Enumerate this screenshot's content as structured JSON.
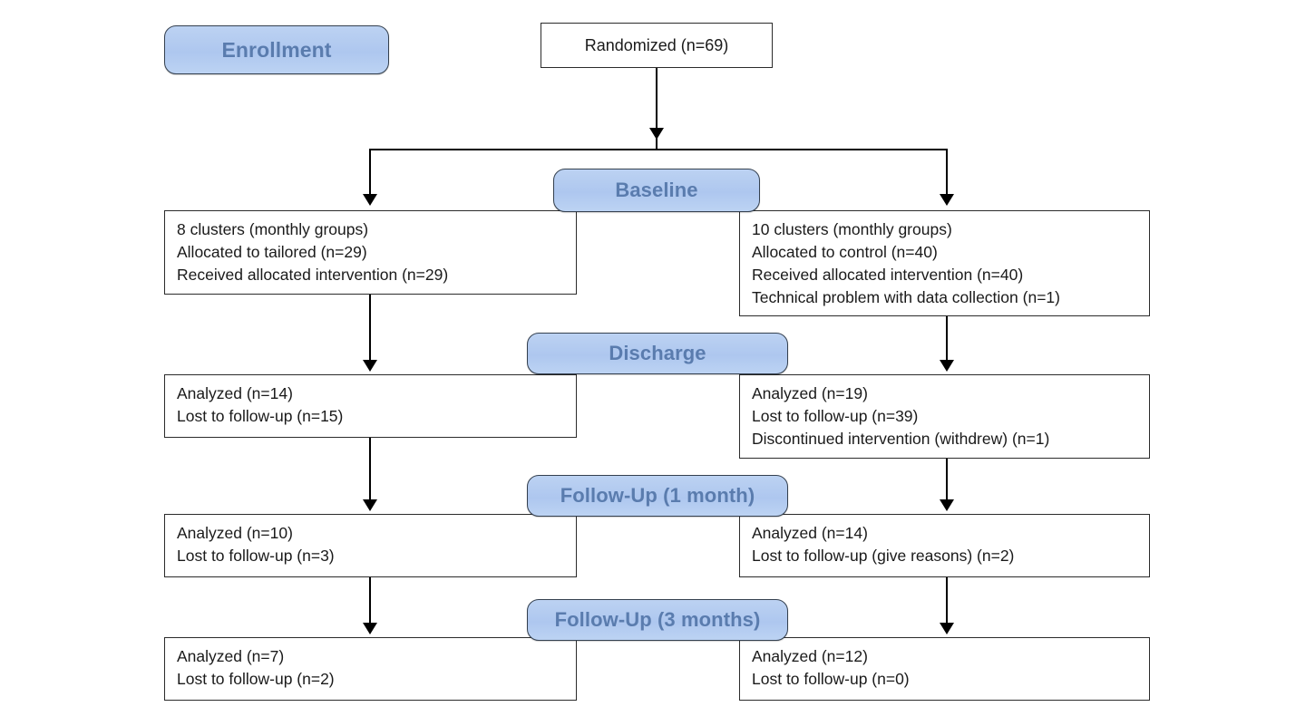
{
  "diagram": {
    "title": "CONSORT participant flow diagram",
    "accent_badge_fill": "#b4cbf0",
    "accent_badge_text": "#5a7cae",
    "badge_border": "#34404f",
    "box_border": "#2b2b2b",
    "box_fill": "#ffffff",
    "background": "#ffffff",
    "connector_color": "#000000"
  },
  "stages": {
    "enrollment": "Enrollment",
    "baseline": "Baseline",
    "discharge": "Discharge",
    "followup_1_month": "Follow-Up (1 month)",
    "followup_3_months": "Follow-Up (3 months)"
  },
  "top": {
    "randomized": "Randomized (n=69)"
  },
  "rows": [
    {
      "stage": "Baseline",
      "left": "8 clusters (monthly groups)\nAllocated to tailored (n=29)\nReceived allocated intervention (n=29)",
      "right": "10 clusters (monthly groups)\nAllocated to control (n=40)\nReceived allocated intervention (n=40)\nTechnical problem with data collection (n=1)"
    },
    {
      "stage": "Discharge",
      "left": "Analyzed (n=14)\nLost to follow-up (n=15)",
      "right": "Analyzed (n=19)\nLost to follow-up (n=39)\nDiscontinued intervention (withdrew) (n=1)"
    },
    {
      "stage": "Follow-Up (1 month)",
      "left": "Analyzed (n=10)\nLost to follow-up (n=3)",
      "right": "Analyzed (n=14)\nLost to follow-up (give reasons) (n=2)"
    },
    {
      "stage": "Follow-Up (3 months)",
      "left": "Analyzed (n=7)\nLost to follow-up (n=2)",
      "right": "Analyzed (n=12)\nLost to follow-up  (n=0)"
    }
  ],
  "chart_data": {
    "type": "diagram-flow",
    "title": "CONSORT flow diagram",
    "nodes": [
      {
        "id": "randomized",
        "label": "Randomized (n=69)",
        "n": 69,
        "column": "center",
        "stage": "Enrollment"
      },
      {
        "id": "tailored-baseline",
        "label": "8 clusters (monthly groups); Allocated to tailored (n=29); Received allocated intervention (n=29)",
        "clusters": 8,
        "allocated": 29,
        "received": 29,
        "column": "left",
        "stage": "Baseline"
      },
      {
        "id": "control-baseline",
        "label": "10 clusters (monthly groups); Allocated to control (n=40); Received allocated intervention (n=40); Technical problem with data collection (n=1)",
        "clusters": 10,
        "allocated": 40,
        "received": 40,
        "technical_problem": 1,
        "column": "right",
        "stage": "Baseline"
      },
      {
        "id": "tailored-discharge",
        "label": "Analyzed (n=14); Lost to follow-up (n=15)",
        "analyzed": 14,
        "lost": 15,
        "column": "left",
        "stage": "Discharge"
      },
      {
        "id": "control-discharge",
        "label": "Analyzed (n=19); Lost to follow-up (n=39); Discontinued intervention (withdrew) (n=1)",
        "analyzed": 19,
        "lost": 39,
        "discontinued": 1,
        "column": "right",
        "stage": "Discharge"
      },
      {
        "id": "tailored-1month",
        "label": "Analyzed (n=10); Lost to follow-up (n=3)",
        "analyzed": 10,
        "lost": 3,
        "column": "left",
        "stage": "Follow-Up (1 month)"
      },
      {
        "id": "control-1month",
        "label": "Analyzed (n=14); Lost to follow-up (give reasons) (n=2)",
        "analyzed": 14,
        "lost": 2,
        "column": "right",
        "stage": "Follow-Up (1 month)"
      },
      {
        "id": "tailored-3months",
        "label": "Analyzed (n=7); Lost to follow-up (n=2)",
        "analyzed": 7,
        "lost": 2,
        "column": "left",
        "stage": "Follow-Up (3 months)"
      },
      {
        "id": "control-3months",
        "label": "Analyzed (n=12); Lost to follow-up (n=0)",
        "analyzed": 12,
        "lost": 0,
        "column": "right",
        "stage": "Follow-Up (3 months)"
      }
    ],
    "edges": [
      {
        "from": "randomized",
        "to": "tailored-baseline"
      },
      {
        "from": "randomized",
        "to": "control-baseline"
      },
      {
        "from": "tailored-baseline",
        "to": "tailored-discharge"
      },
      {
        "from": "control-baseline",
        "to": "control-discharge"
      },
      {
        "from": "tailored-discharge",
        "to": "tailored-1month"
      },
      {
        "from": "control-discharge",
        "to": "control-1month"
      },
      {
        "from": "tailored-1month",
        "to": "tailored-3months"
      },
      {
        "from": "control-1month",
        "to": "control-3months"
      }
    ]
  }
}
